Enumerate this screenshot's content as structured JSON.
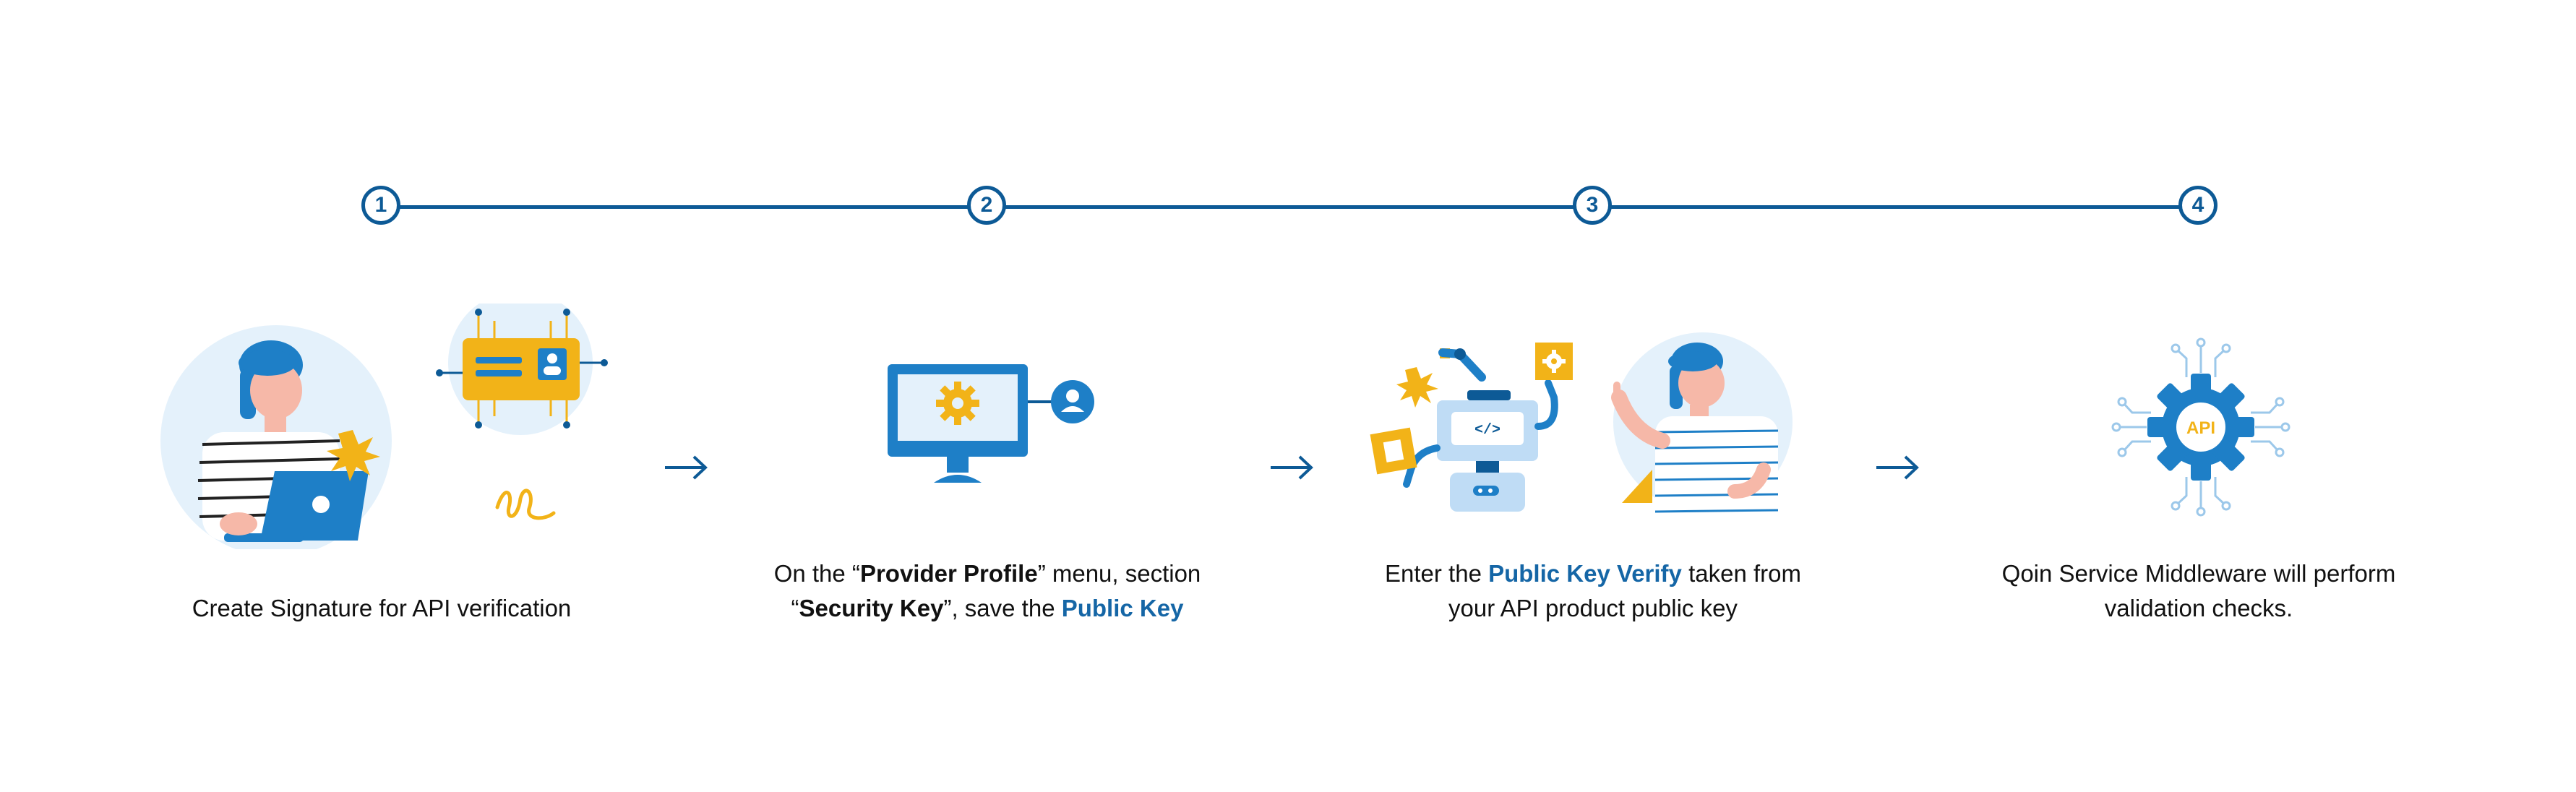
{
  "timeline": {
    "steps": [
      "1",
      "2",
      "3",
      "4"
    ]
  },
  "steps": [
    {
      "caption": "Create Signature for API verification"
    },
    {
      "caption_parts": [
        "On the “",
        "Provider Profile",
        "” menu, section",
        "“",
        "Security Key",
        "”, save the ",
        "Public Key"
      ]
    },
    {
      "caption_parts": [
        "Enter the ",
        "Public Key Verify",
        " taken from",
        "your API product public key"
      ],
      "icon_label": "</>"
    },
    {
      "caption_line1": "Qoin Service Middleware will perform",
      "caption_line2": "validation checks.",
      "icon_label": "API"
    }
  ],
  "colors": {
    "primary": "#0d5a96",
    "accent_blue": "#1e7fc7",
    "light_blue": "#e4f1fb",
    "yellow": "#f2b318",
    "skin": "#f6b8a8"
  }
}
